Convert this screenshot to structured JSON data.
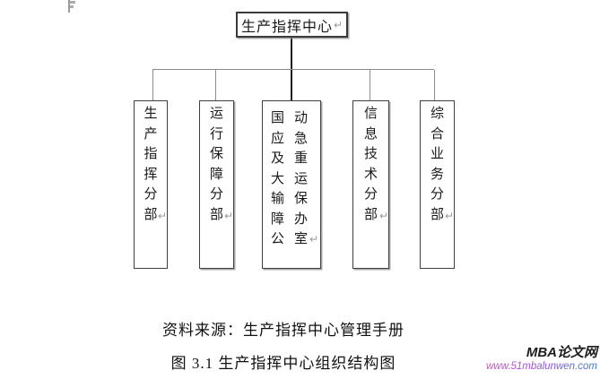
{
  "org_chart": {
    "root": {
      "label": "生产指挥中心"
    },
    "branches": [
      {
        "label": "生产指挥分部"
      },
      {
        "label": "运行保障分部"
      },
      {
        "label": "国动应急及重大运输保障办公室"
      },
      {
        "label": "信息技术分部"
      },
      {
        "label": "综合业务分部"
      }
    ],
    "connector_color": "#8c8c8c",
    "trunk_color": "#1f1f1f",
    "box_border_color": "#3f3f3f"
  },
  "marks": {
    "paragraph_return": "↵"
  },
  "captions": {
    "source": "资料来源：生产指挥中心管理手册",
    "figure": "图 3.1 生产指挥中心组织结构图"
  },
  "watermark": {
    "site_name": "MBA论文网",
    "site_url": "www.51mbalunwen.com",
    "name_color": "#1c1c1c",
    "url_gradient_start": "#e840cf",
    "url_gradient_end": "#2e7fdc"
  }
}
